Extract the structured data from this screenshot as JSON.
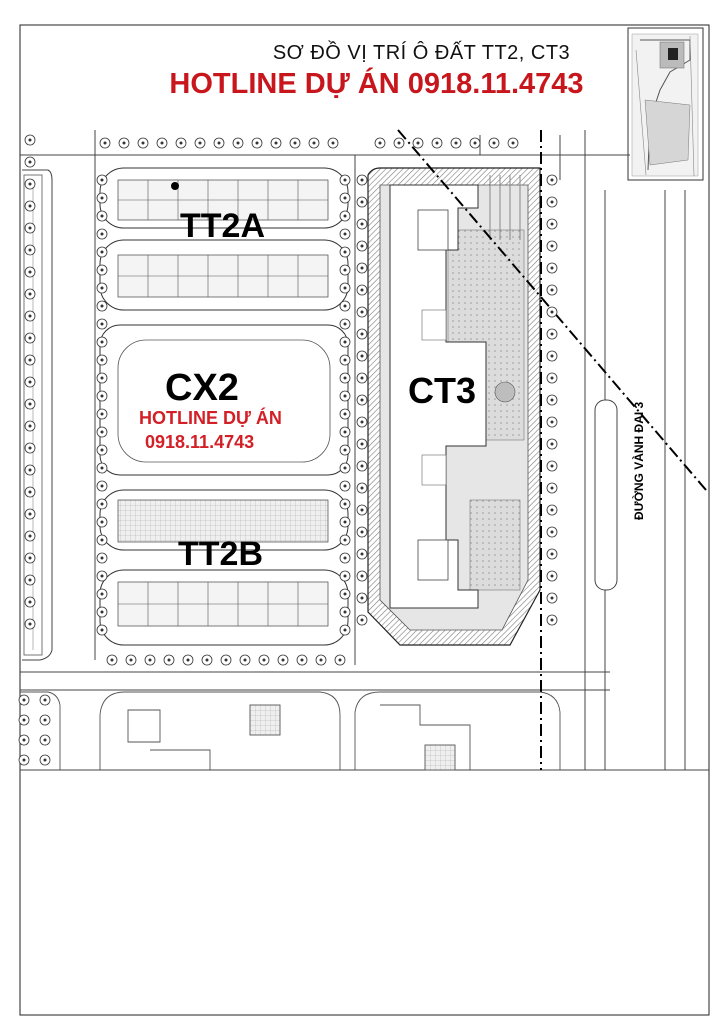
{
  "header": {
    "title": "SƠ ĐỒ VỊ TRÍ Ô ĐẤT TT2, CT3",
    "hotline": "HOTLINE DỰ ÁN 0918.11.4743"
  },
  "map": {
    "labels": {
      "tt2a": "TT2A",
      "tt2b": "TT2B",
      "cx2": "CX2",
      "ct3": "CT3",
      "road": "ĐƯỜNG VÀNH ĐAI 3"
    },
    "overlay_hotline": {
      "line1": "HOTLINE DỰ ÁN",
      "line2": "0918.11.4743"
    }
  },
  "colors": {
    "hotline": "#c8161d",
    "linework": "#444444",
    "building_fill": "#d0d0d0",
    "hatch": "#8a8a8a"
  },
  "icons": {
    "tree": "tree-symbol",
    "locator": "key-plan-thumbnail"
  }
}
